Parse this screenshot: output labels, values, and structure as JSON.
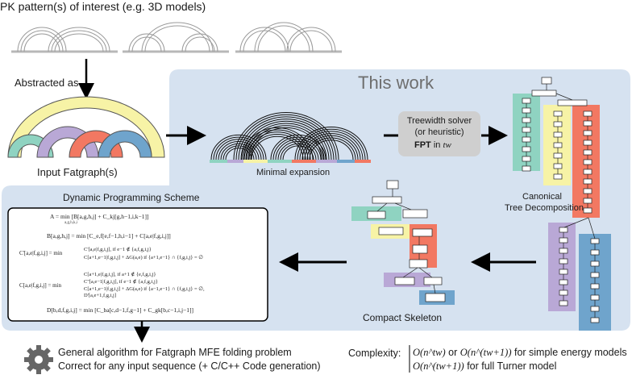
{
  "header": {
    "pk_title": "PK pattern(s) of interest (e.g. 3D models)"
  },
  "flow": {
    "abstracted_label": "Abstracted as",
    "input_label": "Input Fatgraph(s)",
    "minimal_label": "Minimal expansion",
    "this_work": "This work",
    "solver_line1": "Treewidth solver",
    "solver_line2": "(or heuristic)",
    "solver_fpt": "FPT",
    "solver_in": "in",
    "solver_tw": "tw",
    "canonical_line1": "Canonical",
    "canonical_line2": "Tree Decomposition",
    "compact_label": "Compact Skeleton",
    "dp_title": "Dynamic Programming Scheme"
  },
  "equations": {
    "line1": "A = min [B[a,g,h,j] + C_kj[g,h−1,i,k−1]]",
    "line1_sub": "a,g,h,k,i",
    "line2": "B[a,g,h,j] = min [C_e,f[e,f−1,h,i−1] + C[a,e|f,g,i,j]]",
    "line3a": "C'[a,e|f,g,i,j],   if e−1 ∉ {a,f,g,i,j}",
    "line3b": "C[a+1,e−1|f,g,i,j] + ΔG(a,e)   if {a+1,e−1} ∩ {f,g,i,j} = ∅",
    "line4a": "C[a+1,e|f,g,i,j],   if a+1 ∉ {e,f,g,i,j}",
    "line4b": "C''[a,e−1|f,g,i,j],   if e−1 ∉ {a,f,g,i,j}",
    "line4c": "C[a+1,e−1|f,g,i,j] + ΔG(a,e)   if {a−1,e−1} ∩ {f,g,i,j} = ∅,",
    "line4d": "D'[a,e+1,f,g,i,j]",
    "line5": "D[b,d,f,g,i,j] = min [C_ba[c,d−1,f,g−1] + C_gk[b,c−1,i,j−1]]"
  },
  "results": {
    "line1": "General algorithm for Fatgraph MFE folding problem",
    "line2": "Correct for any input sequence (+ C/C++ Code generation)",
    "complexity_label": "Complexity:",
    "c1_a": "O(n^tw)",
    "c1_or": "or",
    "c1_b": "O(n^(tw+1))",
    "c1_tail": "for simple energy models",
    "c2_a": "O(n^(tw+1))",
    "c2_tail": "for full Turner model"
  },
  "colors": {
    "panel_bg": "#d6e2f0",
    "teal": "#8fd3c1",
    "yellow": "#f7f3a6",
    "purple": "#b9a8d6",
    "red": "#f27862",
    "blue": "#6fa4cc",
    "gray_box": "#cfcfcf"
  }
}
